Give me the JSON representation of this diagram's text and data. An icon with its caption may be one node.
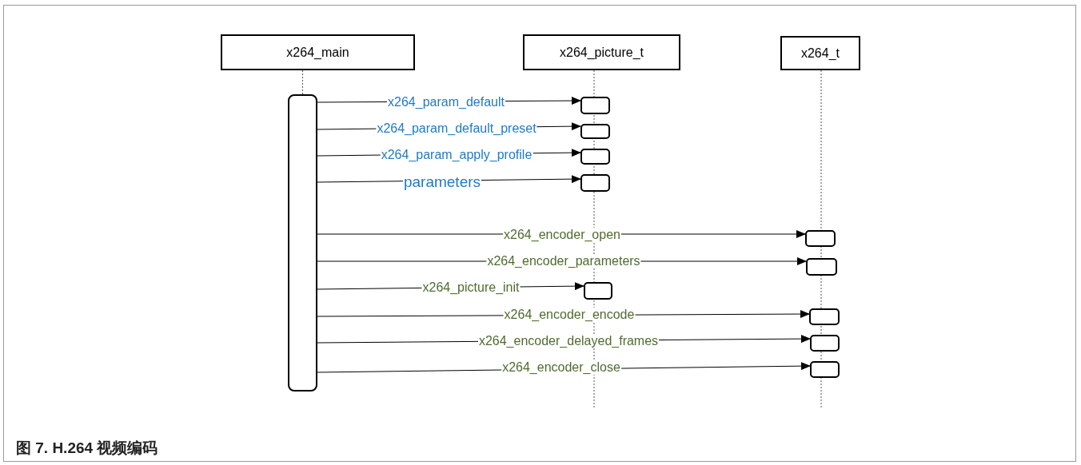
{
  "diagram": {
    "caption": "图 7. H.264 视频编码",
    "nodes": [
      {
        "text": [
          "x264_main"
        ]
      },
      {
        "text": [
          "x264_picture_t"
        ]
      },
      {
        "text": [
          "x264_t"
        ]
      },
      {
        "text": [],
        "shape": "bar"
      },
      {
        "text": [],
        "shape": "box"
      },
      {
        "text": [],
        "shape": "box"
      },
      {
        "text": [],
        "shape": "box"
      },
      {
        "text": [],
        "shape": "box"
      },
      {
        "text": [],
        "shape": "box"
      },
      {
        "text": [],
        "shape": "box"
      },
      {
        "text": [],
        "shape": "box"
      },
      {
        "text": [],
        "shape": "box"
      },
      {
        "text": [],
        "shape": "box"
      },
      {
        "text": [],
        "shape": "box"
      }
    ],
    "edges": [
      {
        "from": 0,
        "to": 3,
        "arrow": "none",
        "style": "dashed"
      },
      {
        "from": 3,
        "to": 4,
        "arrow": "to",
        "label": "x264_param_default"
      },
      {
        "from": 3,
        "to": 5,
        "arrow": "to",
        "label": "x264_param_default_preset"
      },
      {
        "from": 3,
        "to": 6,
        "arrow": "to",
        "label": "x264_param_apply_profile"
      },
      {
        "from": 3,
        "to": 7,
        "arrow": "to",
        "label": "parameters"
      },
      {
        "from": 3,
        "to": 8,
        "arrow": "to",
        "label": "x264_encoder_open"
      },
      {
        "from": 3,
        "to": 9,
        "arrow": "to",
        "label": "x264_encoder_parameters"
      },
      {
        "from": 3,
        "to": 10,
        "arrow": "to",
        "label": "x264_picture_init"
      },
      {
        "from": 3,
        "to": 11,
        "arrow": "to",
        "label": "x264_encoder_encode"
      },
      {
        "from": 3,
        "to": 12,
        "arrow": "to",
        "label": "x264_encoder_delayed_frames"
      },
      {
        "from": 3,
        "to": 13,
        "arrow": "to",
        "label": "x264_encoder_close"
      }
    ]
  }
}
